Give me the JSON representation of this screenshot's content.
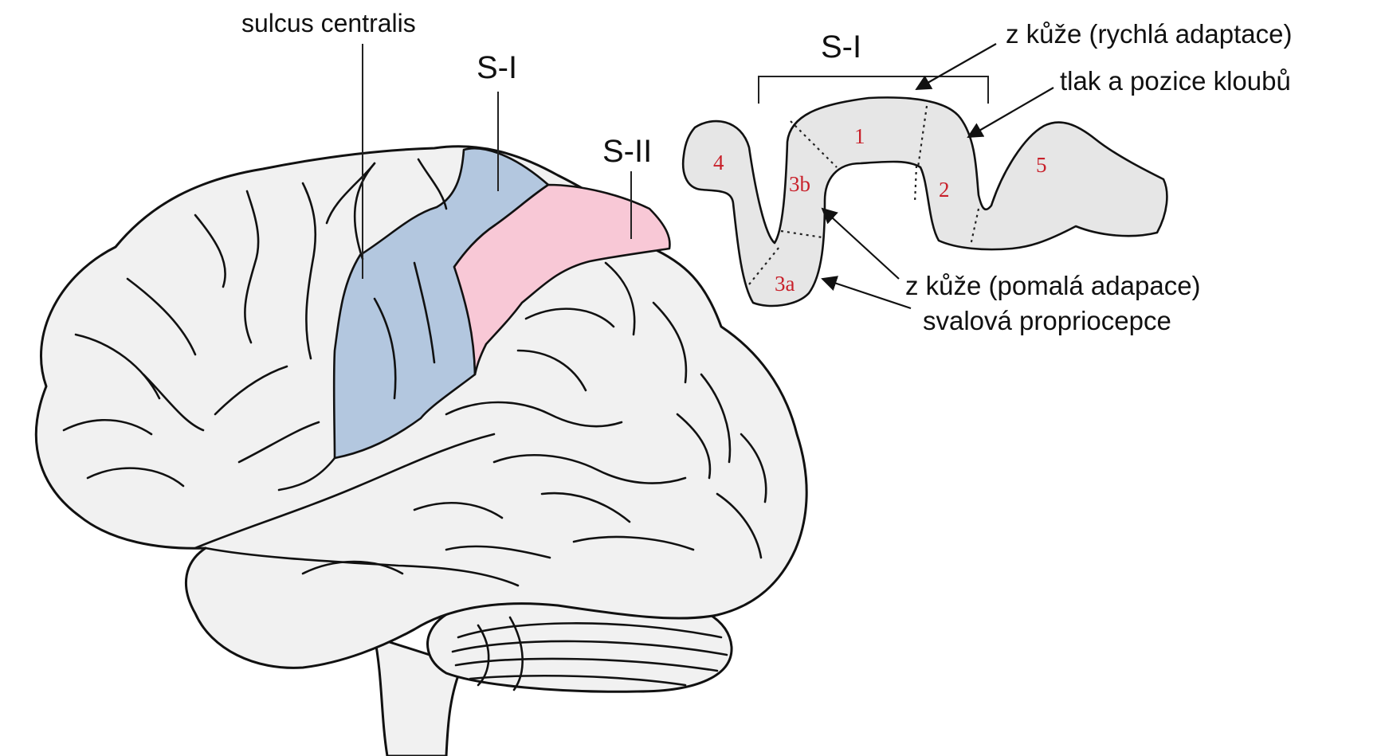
{
  "labels": {
    "sulcus": "sulcus centralis",
    "s1_brain": "S-I",
    "s2_brain": "S-II",
    "s1_section": "S-I",
    "skin_fast": "z kůže (rychlá adaptace)",
    "joint": "tlak a pozice kloubů",
    "skin_slow": "z kůže (pomalá adapace)",
    "muscle": "svalová propriocepce"
  },
  "areas": {
    "a4": "4",
    "a3b": "3b",
    "a1": "1",
    "a2": "2",
    "a5": "5",
    "a3a": "3a"
  },
  "colors": {
    "s1_region": "#b3c7df",
    "s2_region": "#f8c8d6",
    "brain_fill": "#f1f1f1",
    "section_fill": "#e6e6e6",
    "area_numbers": "#c8202a"
  }
}
